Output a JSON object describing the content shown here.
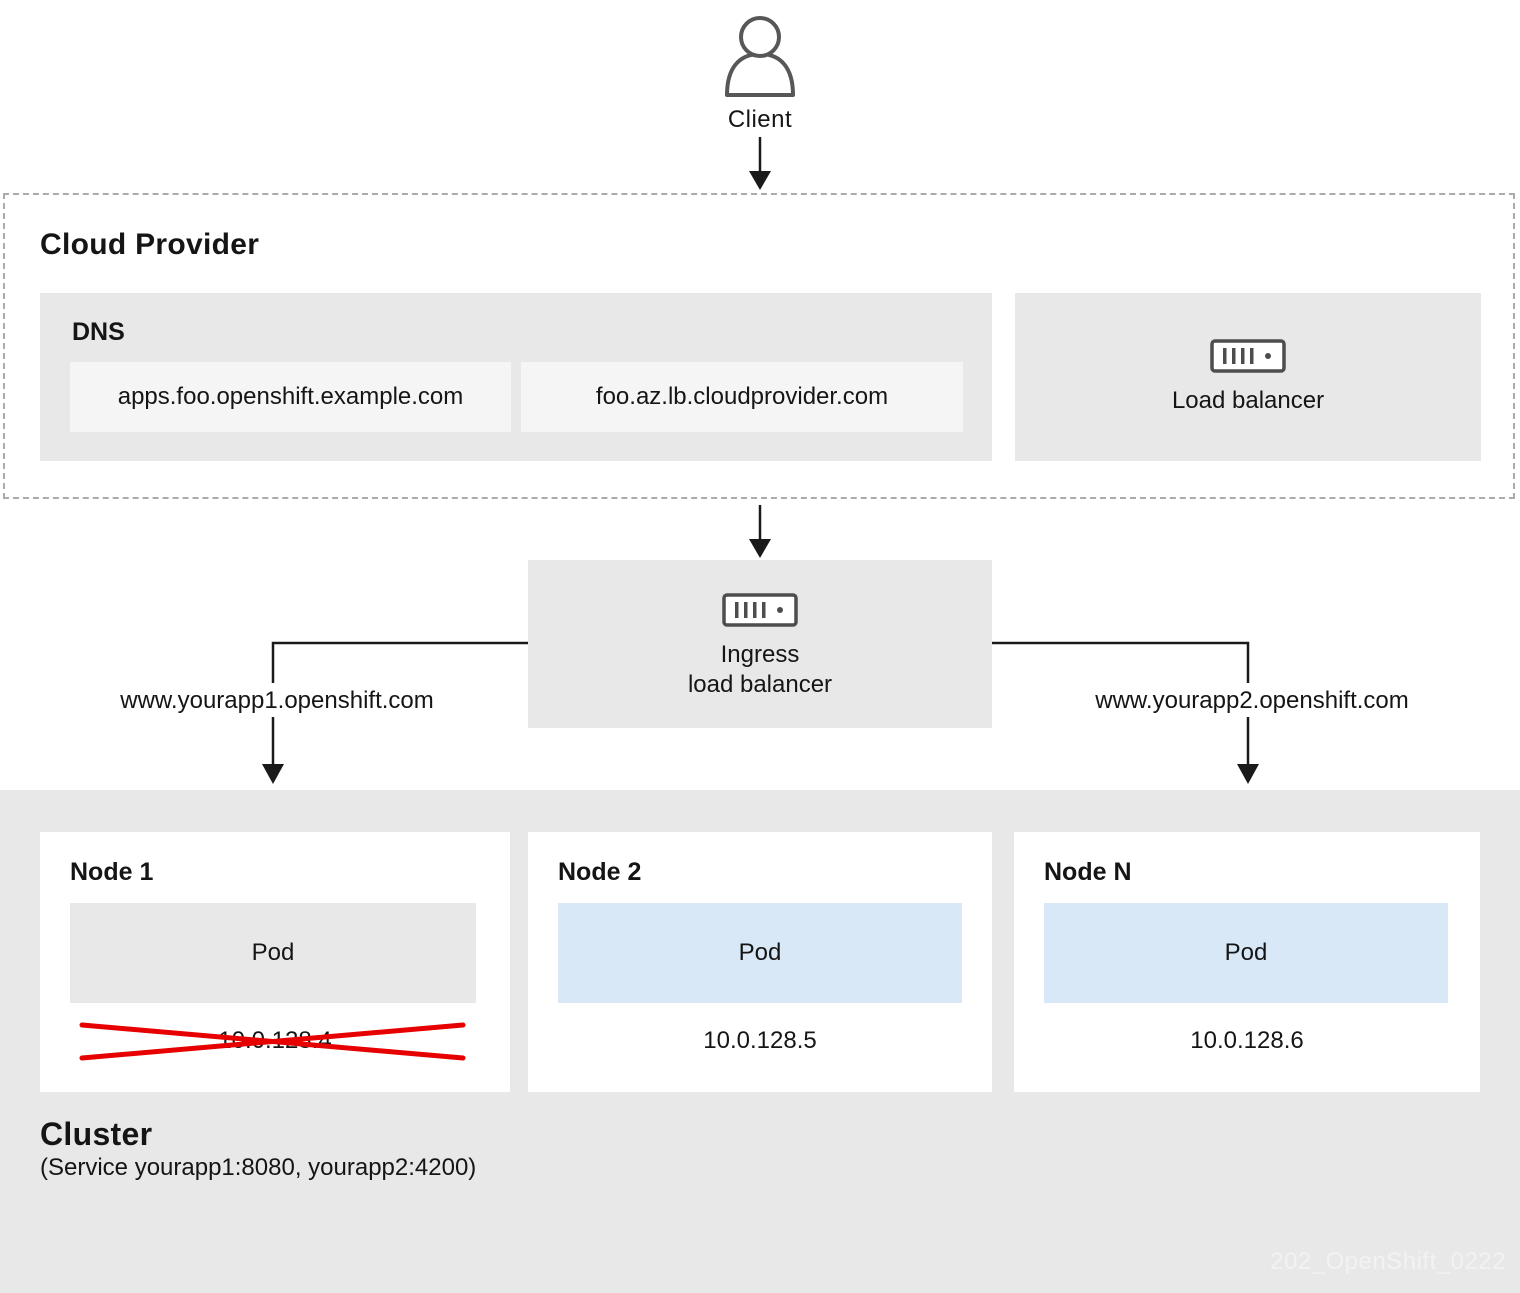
{
  "client": {
    "label": "Client"
  },
  "cloud_provider": {
    "title": "Cloud Provider",
    "dns": {
      "label": "DNS",
      "entries": [
        "apps.foo.openshift.example.com",
        "foo.az.lb.cloudprovider.com"
      ]
    },
    "load_balancer": {
      "label": "Load balancer"
    }
  },
  "ingress": {
    "line1": "Ingress",
    "line2": "load balancer"
  },
  "routes": {
    "left": "www.yourapp1.openshift.com",
    "right": "www.yourapp2.openshift.com"
  },
  "cluster": {
    "title": "Cluster",
    "subtitle": "(Service yourapp1:8080, yourapp2:4200)",
    "nodes": [
      {
        "name": "Node 1",
        "pod": "Pod",
        "ip": "10.0.128.4",
        "status": "failed"
      },
      {
        "name": "Node 2",
        "pod": "Pod",
        "ip": "10.0.128.5",
        "status": "healthy"
      },
      {
        "name": "Node N",
        "pod": "Pod",
        "ip": "10.0.128.6",
        "status": "healthy"
      }
    ]
  },
  "watermark": "202_OpenShift_0222",
  "colors": {
    "box_gray": "#e8e8e8",
    "entry_bg": "#f5f5f5",
    "pod_blue": "#d9e8f6",
    "failed_red": "#e60000",
    "icon_stroke": "#4d4d4d",
    "text": "#151515"
  }
}
